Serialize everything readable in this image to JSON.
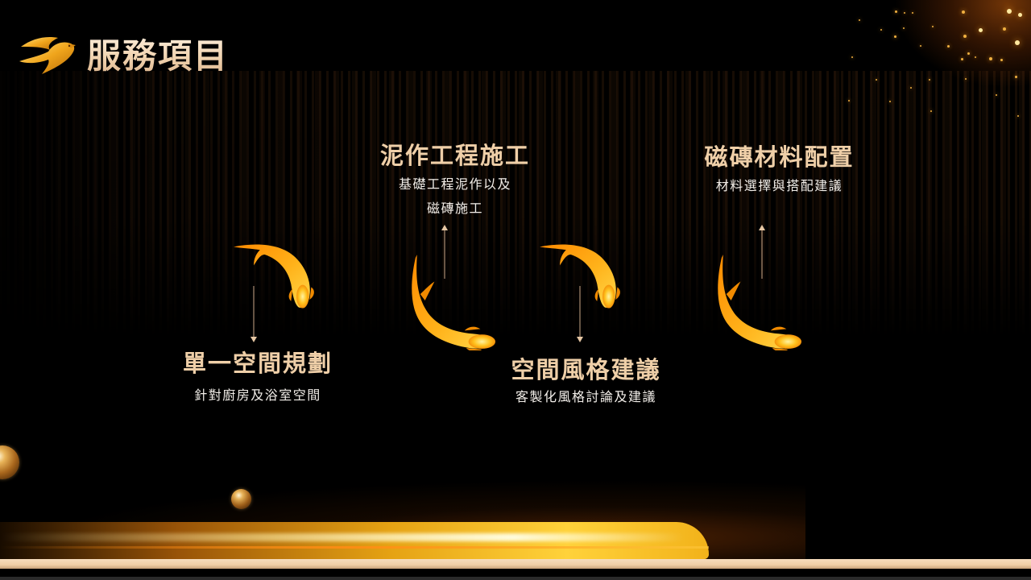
{
  "header": {
    "title": "服務項目",
    "logo_icon": "golden-swallow-icon"
  },
  "services": [
    {
      "title": "單一空間規劃",
      "desc_lines": [
        "針對廚房及浴室空間"
      ],
      "arrow": "down"
    },
    {
      "title": "泥作工程施工",
      "desc_lines": [
        "基礎工程泥作以及",
        "磁磚施工"
      ],
      "arrow": "up"
    },
    {
      "title": "空間風格建議",
      "desc_lines": [
        "客製化風格討論及建議"
      ],
      "arrow": "down"
    },
    {
      "title": "磁磚材料配置",
      "desc_lines": [
        "材料選擇與搭配建議"
      ],
      "arrow": "up"
    }
  ],
  "decor": {
    "fish_icon": "golden-koi-icon",
    "sphere_icon": "gold-sphere-icon"
  },
  "colors": {
    "background": "#000000",
    "title_gold": "#efcfa8",
    "desc_white": "#f2eee9",
    "koi_orange": "#f59a0c",
    "track": "#f0cfa6"
  }
}
